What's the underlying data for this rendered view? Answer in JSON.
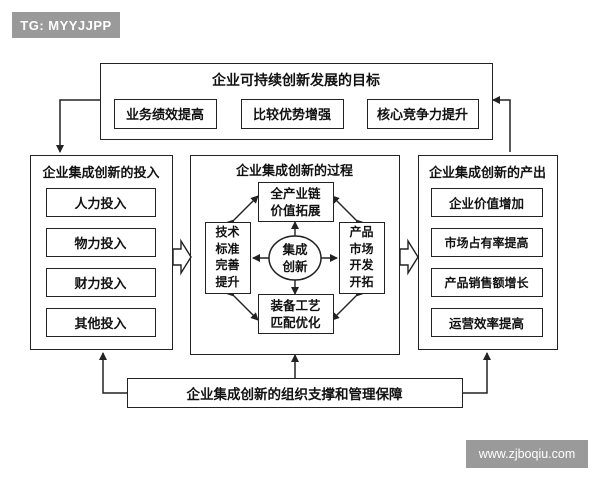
{
  "watermark_top": "TG: MYYJJPP",
  "watermark_bottom": "www.zjboqiu.com",
  "goals": {
    "title": "企业可持续创新发展的目标",
    "items": [
      "业务绩效提高",
      "比较优势增强",
      "核心竞争力提升"
    ]
  },
  "input": {
    "title": "企业集成创新的投入",
    "items": [
      "人力投入",
      "物力投入",
      "财力投入",
      "其他投入"
    ]
  },
  "process": {
    "title": "企业集成创新的过程",
    "center_line1": "集成",
    "center_line2": "创新",
    "top_line1": "全产业链",
    "top_line2": "价值拓展",
    "bottom_line1": "装备工艺",
    "bottom_line2": "匹配优化",
    "left_line1": "技术",
    "left_line2": "标准",
    "left_line3": "完善",
    "left_line4": "提升",
    "right_line1": "产品",
    "right_line2": "市场",
    "right_line3": "开发",
    "right_line4": "开拓"
  },
  "output": {
    "title": "企业集成创新的产出",
    "items": [
      "企业价值增加",
      "市场占有率提高",
      "产品销售额增长",
      "运营效率提高"
    ]
  },
  "support": {
    "title": "企业集成创新的组织支撑和管理保障"
  }
}
